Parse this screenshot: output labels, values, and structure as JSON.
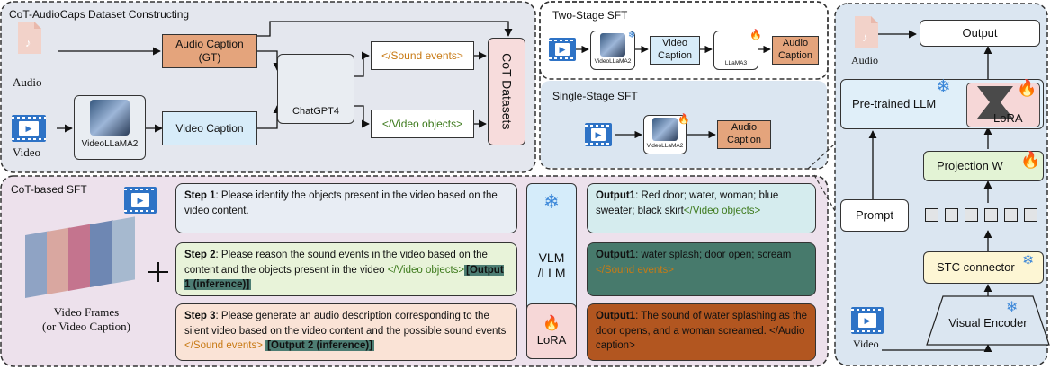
{
  "dataset_panel": {
    "title": "CoT-AudioCaps Dataset Constructing",
    "audio_label": "Audio",
    "video_label": "Video",
    "model_label": "VideoLLaMA2",
    "audio_caption_line1": "Audio Caption",
    "audio_caption_line2": "(GT)",
    "video_caption": "Video Caption",
    "chatgpt_label": "ChatGPT4",
    "sound_events": "</Sound events>",
    "video_objects": "</Video objects>",
    "cot_datasets": "CoT Datasets"
  },
  "two_stage": {
    "title": "Two-Stage SFT",
    "model1": "VideoLLaMA2",
    "video_caption_line1": "Video",
    "video_caption_line2": "Caption",
    "model2": "LLaMA3",
    "audio_caption_line1": "Audio",
    "audio_caption_line2": "Caption"
  },
  "single_stage": {
    "title": "Single-Stage SFT",
    "model": "VideoLLaMA2",
    "audio_caption_line1": "Audio",
    "audio_caption_line2": "Caption"
  },
  "cot_sft": {
    "title": "CoT-based SFT",
    "frames_label_line1": "Video Frames",
    "frames_label_line2": "(or Video Caption)",
    "plus": "+",
    "step1_label": "Step 1",
    "step1_text": ": Please identify the objects present in the video based on the video content.",
    "step2_label": "Step 2",
    "step2_text": ": Please reason the sound events in the video based on the content and the objects present in the video ",
    "step2_tag": "</Video objects>",
    "step2_ref": "[Output 1 (inference)]",
    "step3_label": "Step 3",
    "step3_text": ": Please generate an audio description corresponding to the silent video based on the video content and the possible sound events ",
    "step3_tag": "</Sound events>",
    "step3_ref": "[Output 2 (inference)]",
    "vlm_line1": "VLM",
    "vlm_line2": "/LLM",
    "lora_label": "LoRA",
    "out1_label": "Output1",
    "out1_text": ": Red door; water, woman; blue sweater; black skirt",
    "out1_tag": "</Video objects>",
    "out2_label": "Output1",
    "out2_text": ": water splash; door open; scream ",
    "out2_tag": "</Sound events>",
    "out3_label": "Output1",
    "out3_text": ": The sound of water splashing as the door opens, and a woman screamed. </Audio caption>"
  },
  "architecture": {
    "audio_label": "Audio",
    "output_label": "Output",
    "llm_label": "Pre-trained LLM",
    "lora_label": "LoRA",
    "projection_label": "Projection W",
    "prompt_label": "Prompt",
    "stc_label": "STC connector",
    "encoder_label": "Visual Encoder",
    "video_label": "Video"
  },
  "colors": {
    "panel_gray": "#e4e7ee",
    "panel_pink": "#ede1ec",
    "panel_blue": "#dbe6f1",
    "caption_orange": "#e4a47c",
    "caption_blue": "#d7ecf9",
    "cot_pink": "#f7dcdc",
    "step1": "#e8edf4",
    "step2": "#e8f3d9",
    "step3": "#fae3d6",
    "out1": "#d5ecee",
    "out2": "#477a6c",
    "out3": "#b25620",
    "vlm": "#d5ecfa",
    "lora_pink": "#f6d7d7",
    "projection": "#e3f3d5",
    "stc": "#fdf6d4",
    "llm": "#e0eff9",
    "fire": "#e34a1f",
    "snow": "#3a86d8"
  }
}
